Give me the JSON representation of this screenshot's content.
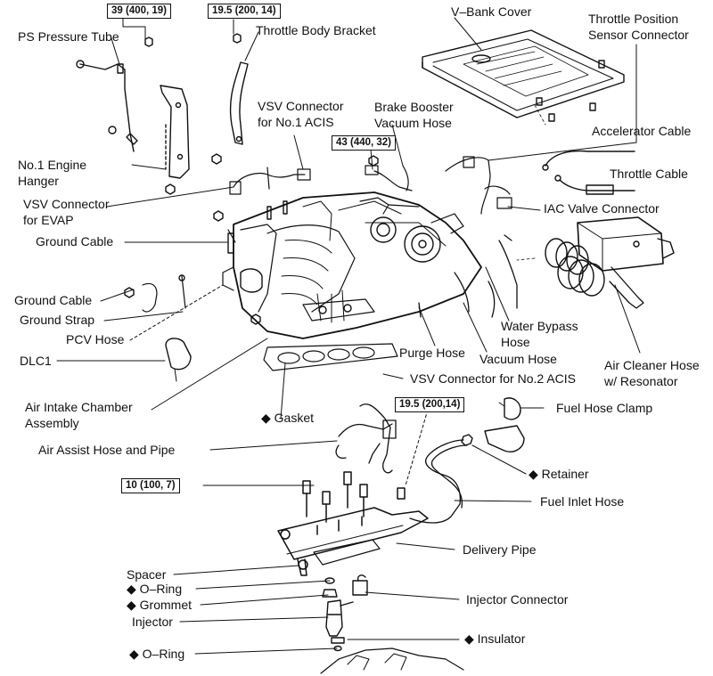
{
  "torque_specs": {
    "ps_tube": "39 (400, 19)",
    "throttle_bracket": "19.5 (200, 14)",
    "brake_booster": "43 (440, 32)",
    "fuel_inlet": "19.5 (200,14)",
    "delivery_pipe": "10 (100, 7)"
  },
  "labels": {
    "ps_pressure_tube": "PS Pressure Tube",
    "throttle_body_bracket": "Throttle Body Bracket",
    "v_bank_cover": "V–Bank Cover",
    "tps_connector_line1": "Throttle Position",
    "tps_connector_line2": "Sensor Connector",
    "vsv_acis1_line1": "VSV Connector",
    "vsv_acis1_line2": "for No.1 ACIS",
    "brake_booster_line1": "Brake Booster",
    "brake_booster_line2": "Vacuum Hose",
    "accelerator_cable": "Accelerator Cable",
    "throttle_cable": "Throttle Cable",
    "engine_hanger_line1": "No.1 Engine",
    "engine_hanger_line2": "Hanger",
    "vsv_evap_line1": "VSV Connector",
    "vsv_evap_line2": "for EVAP",
    "ground_cable_1": "Ground Cable",
    "iac_connector": "IAC Valve Connector",
    "ground_cable_2": "Ground Cable",
    "ground_strap": "Ground Strap",
    "pcv_hose": "PCV Hose",
    "dlc1": "DLC1",
    "water_bypass_line1": "Water Bypass",
    "water_bypass_line2": "Hose",
    "purge_hose": "Purge Hose",
    "vacuum_hose": "Vacuum Hose",
    "air_cleaner_line1": "Air Cleaner Hose",
    "air_cleaner_line2": "w/ Resonator",
    "vsv_acis2": "VSV Connector for No.2 ACIS",
    "chamber_line1": "Air Intake Chamber",
    "chamber_line2": "Assembly",
    "gasket": "◆ Gasket",
    "fuel_hose_clamp": "Fuel Hose Clamp",
    "air_assist": "Air Assist Hose and Pipe",
    "retainer": "◆ Retainer",
    "fuel_inlet_hose": "Fuel Inlet Hose",
    "delivery_pipe": "Delivery Pipe",
    "spacer": "Spacer",
    "o_ring_1": "◆ O–Ring",
    "grommet": "◆ Grommet",
    "injector_connector": "Injector Connector",
    "injector": "Injector",
    "insulator": "◆ Insulator",
    "o_ring_2": "◆ O–Ring"
  }
}
